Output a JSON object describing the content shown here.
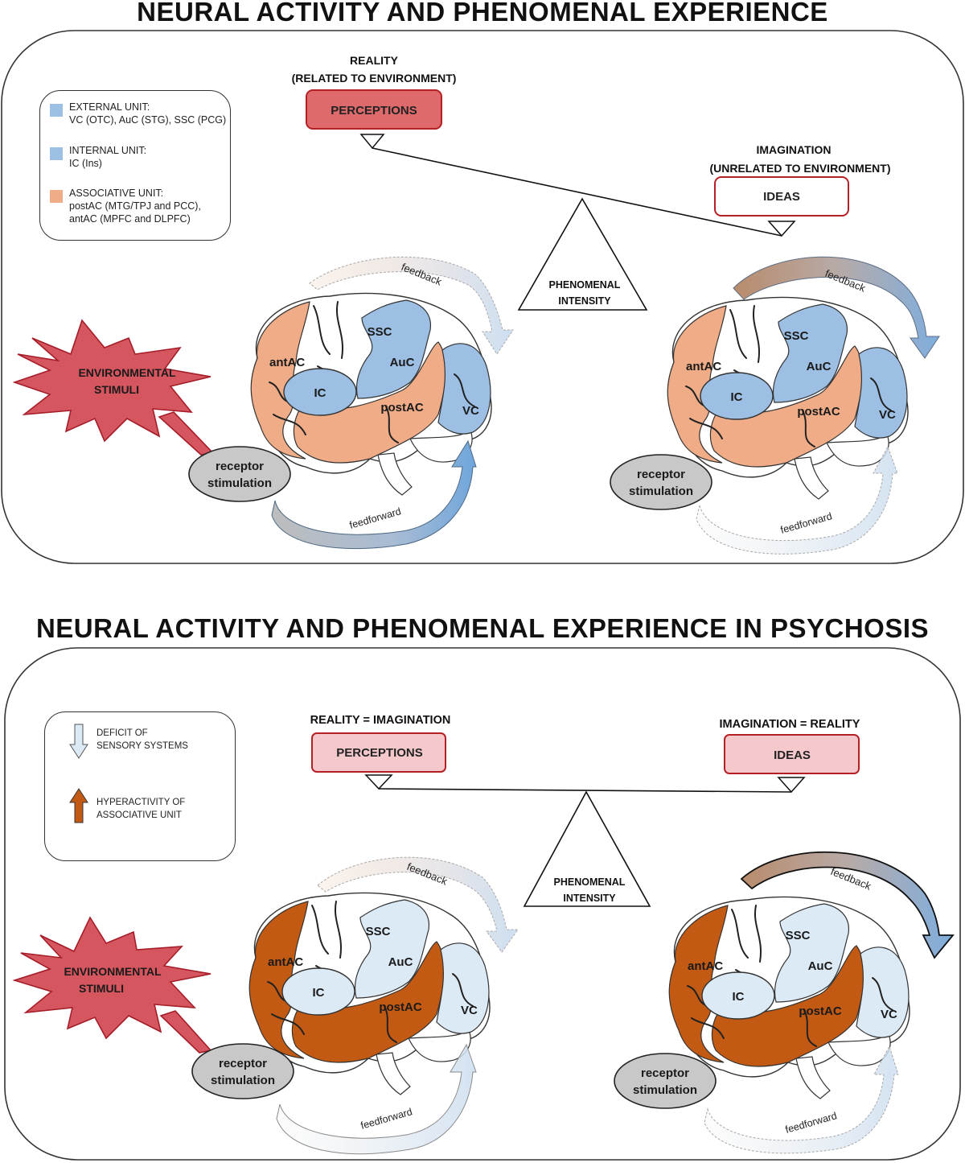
{
  "panel1": {
    "title": "NEURAL ACTIVITY AND PHENOMENAL EXPERIENCE",
    "left_heading": [
      "REALITY",
      "(RELATED TO ENVIRONMENT)"
    ],
    "left_box": "PERCEPTIONS",
    "right_heading": [
      "IMAGINATION",
      "(UNRELATED TO ENVIRONMENT)"
    ],
    "right_box": "IDEAS",
    "fulcrum": [
      "PHENOMENAL",
      "INTENSITY"
    ],
    "legend": [
      {
        "color": "#9cbfe3",
        "lines": [
          "EXTERNAL UNIT:",
          "VC (OTC), AuC (STG), SSC (PCG)"
        ]
      },
      {
        "color": "#9cbfe3",
        "lines": [
          "INTERNAL UNIT:",
          "IC (Ins)"
        ]
      },
      {
        "color": "#f0ac87",
        "lines": [
          "ASSOCIATIVE UNIT:",
          "postAC (MTG/TPJ and PCC),",
          "antAC (MPFC and DLPFC)"
        ]
      }
    ]
  },
  "panel2": {
    "title": "NEURAL ACTIVITY AND PHENOMENAL EXPERIENCE IN PSYCHOSIS",
    "left_heading": [
      "REALITY = IMAGINATION"
    ],
    "left_box": "PERCEPTIONS",
    "right_heading": [
      "IMAGINATION = REALITY"
    ],
    "right_box": "IDEAS",
    "fulcrum": [
      "PHENOMENAL",
      "INTENSITY"
    ],
    "legend": [
      {
        "icon": "down-arrow-icon",
        "color": "#dceaf6",
        "lines": [
          "DEFICIT OF",
          "SENSORY SYSTEMS"
        ]
      },
      {
        "icon": "up-arrow-icon",
        "color": "#c25a14",
        "lines": [
          "HYPERACTIVITY OF",
          "ASSOCIATIVE UNIT"
        ]
      }
    ]
  },
  "brain_labels": {
    "ant": "antAC",
    "ic": "IC",
    "ssc": "SSC",
    "auc": "AuC",
    "post": "postAC",
    "vc": "VC",
    "feedback": "feedback",
    "feedforward": "feedforward",
    "stimuli": [
      "ENVIRONMENTAL",
      "STIMULI"
    ],
    "receptor": [
      "receptor",
      "stimulation"
    ]
  },
  "colors": {
    "external_normal": "#9cbfe3",
    "associative_normal": "#f0ac87",
    "external_deficit": "#dceaf6",
    "associative_hyper": "#c25a14",
    "perception_box_normal": "#de6a6c",
    "box_psychosis": "#f5c9cc",
    "stimuli": "#d6565f",
    "receptor": "#c8c8c8",
    "feedback_brown": "#b98b6c",
    "arrow_blue": "#7faedf"
  }
}
